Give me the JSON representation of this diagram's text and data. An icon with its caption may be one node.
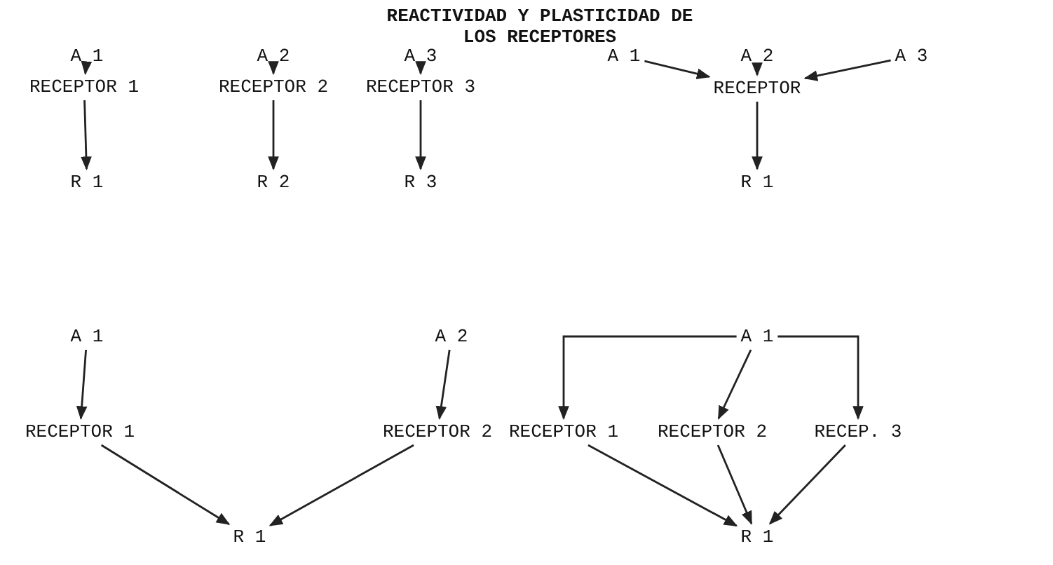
{
  "diagram": {
    "title": "REACTIVIDAD Y PLASTICIDAD DE LOS RECEPTORES",
    "nodes": [
      {
        "text": [
          "A 1"
        ]
      },
      {
        "text": [
          "RECEPTOR 1"
        ]
      },
      {
        "text": [
          "R 1"
        ]
      },
      {
        "text": [
          "A 2"
        ]
      },
      {
        "text": [
          "RECEPTOR 2"
        ]
      },
      {
        "text": [
          "R 2"
        ]
      },
      {
        "text": [
          "A 3"
        ]
      },
      {
        "text": [
          "RECEPTOR 3"
        ]
      },
      {
        "text": [
          "R 3"
        ]
      },
      {
        "text": [
          "A 1"
        ]
      },
      {
        "text": [
          "A 2"
        ]
      },
      {
        "text": [
          "A 3"
        ]
      },
      {
        "text": [
          "RECEPTOR"
        ]
      },
      {
        "text": [
          "R 1"
        ]
      },
      {
        "text": [
          "A 1"
        ]
      },
      {
        "text": [
          "A 2"
        ]
      },
      {
        "text": [
          "RECEPTOR 1"
        ]
      },
      {
        "text": [
          "RECEPTOR 2"
        ]
      },
      {
        "text": [
          "R 1"
        ]
      },
      {
        "text": [
          "A 1"
        ]
      },
      {
        "text": [
          "RECEPTOR 1"
        ]
      },
      {
        "text": [
          "RECEPTOR 2"
        ]
      },
      {
        "text": [
          "RECEP. 3"
        ]
      },
      {
        "text": [
          "R 1"
        ]
      }
    ],
    "edges": [
      {
        "from": 0,
        "to": 1,
        "arrow": "to"
      },
      {
        "from": 1,
        "to": 2,
        "arrow": "to"
      },
      {
        "from": 3,
        "to": 4,
        "arrow": "to"
      },
      {
        "from": 4,
        "to": 5,
        "arrow": "to"
      },
      {
        "from": 6,
        "to": 7,
        "arrow": "to"
      },
      {
        "from": 7,
        "to": 8,
        "arrow": "to"
      },
      {
        "from": 9,
        "to": 12,
        "arrow": "to"
      },
      {
        "from": 10,
        "to": 12,
        "arrow": "to"
      },
      {
        "from": 11,
        "to": 12,
        "arrow": "to"
      },
      {
        "from": 12,
        "to": 13,
        "arrow": "to"
      },
      {
        "from": 14,
        "to": 16,
        "arrow": "to"
      },
      {
        "from": 16,
        "to": 18,
        "arrow": "to"
      },
      {
        "from": 15,
        "to": 17,
        "arrow": "to"
      },
      {
        "from": 17,
        "to": 18,
        "arrow": "to"
      },
      {
        "from": 19,
        "to": 20,
        "arrow": "to"
      },
      {
        "from": 19,
        "to": 21,
        "arrow": "to"
      },
      {
        "from": 19,
        "to": 22,
        "arrow": "to"
      },
      {
        "from": 20,
        "to": 23,
        "arrow": "to"
      },
      {
        "from": 21,
        "to": 23,
        "arrow": "to"
      },
      {
        "from": 22,
        "to": 23,
        "arrow": "to"
      }
    ]
  }
}
